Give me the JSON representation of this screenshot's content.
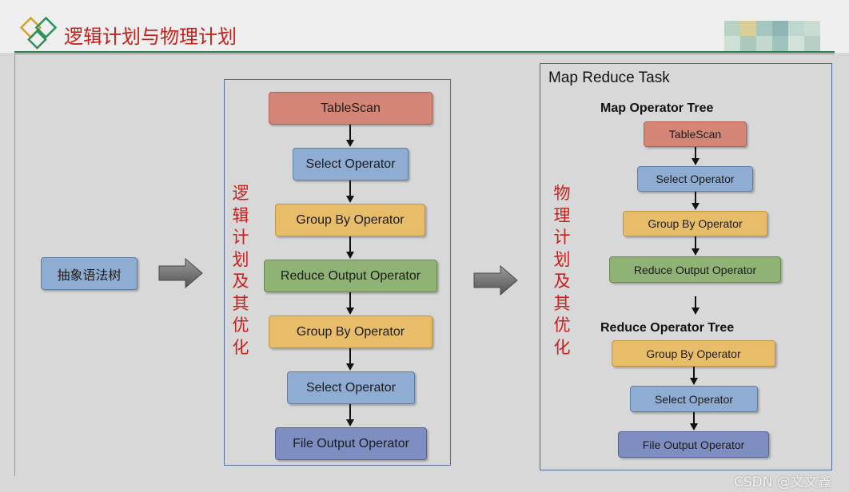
{
  "header": {
    "title": "逻辑计划与物理计划",
    "title_color": "#c8201c",
    "rule_color": "#2e7d4f"
  },
  "ast_box": {
    "label": "抽象语法树"
  },
  "logical": {
    "caption": "逻辑计划及其优化",
    "chars": [
      "逻",
      "辑",
      "计",
      "划",
      "及",
      "其",
      "优",
      "化"
    ],
    "boxes": [
      "TableScan",
      "Select Operator",
      "Group By Operator",
      "Reduce Output Operator",
      "Group By Operator",
      "Select Operator",
      "File Output Operator"
    ]
  },
  "physical": {
    "caption": "物理计划及其优化",
    "chars": [
      "物",
      "理",
      "计",
      "划",
      "及",
      "其",
      "优",
      "化"
    ],
    "panel_title": "Map Reduce Task",
    "map_tree": {
      "label": "Map Operator Tree",
      "boxes": [
        "TableScan",
        "Select Operator",
        "Group By Operator",
        "Reduce Output Operator"
      ]
    },
    "reduce_tree": {
      "label": "Reduce Operator Tree",
      "boxes": [
        "Group By Operator",
        "Select Operator",
        "File Output Operator"
      ]
    }
  },
  "watermark": "CSDN @文文鑫",
  "icons": [
    "logo-diamonds-icon",
    "arrow-right-icon",
    "arrow-down-icon",
    "pixel-mosaic-icon"
  ]
}
